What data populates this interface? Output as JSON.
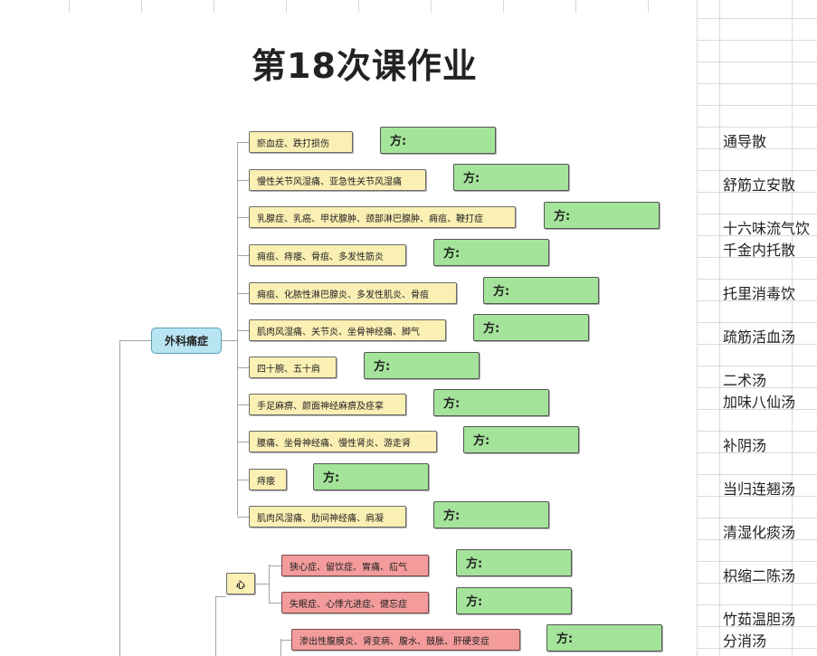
{
  "mindmap": {
    "title": "第18次课作业",
    "center": "外科痛症",
    "answer_label": "方:",
    "group1": [
      "瘀血症、跌打损伤",
      "慢性关节风湿痛、亚急性关节风湿痛",
      "乳腺症、乳癌、甲状腺肿、颈部淋巴腺肿、痈疽、鞭打症",
      "痈疽、痔瘘、骨疽、多发性筋炎",
      "痈疽、化脓性淋巴腺炎、多发性肌炎、骨疽",
      "肌肉风湿痛、关节炎、坐骨神经痛、脚气",
      "四十腕、五十肩",
      "手足麻痹、颜面神经麻痹及痉挛",
      "腰痛、坐骨神经痛、慢性肾炎、游走肾",
      "痔瘘",
      "肌肉风湿痛、肋间神经痛、肩凝"
    ],
    "heart": "心",
    "group2": [
      "狭心症、留饮症、胃痛、疝气",
      "失眠症、心悸亢进症、健忘症"
    ],
    "group3": [
      "渗出性腹膜炎、肾变病、腹水、鼓胀、肝硬变症"
    ]
  },
  "sheet": {
    "cells": [
      "通导散",
      "舒筋立安散",
      "十六味流气饮",
      "千金内托散",
      "托里消毒饮",
      "疏筋活血汤",
      "二术汤",
      "加味八仙汤",
      "补阴汤",
      "当归连翘汤",
      "清湿化痰汤",
      "枳缩二陈汤",
      "竹茹温胆汤",
      "分消汤"
    ]
  }
}
